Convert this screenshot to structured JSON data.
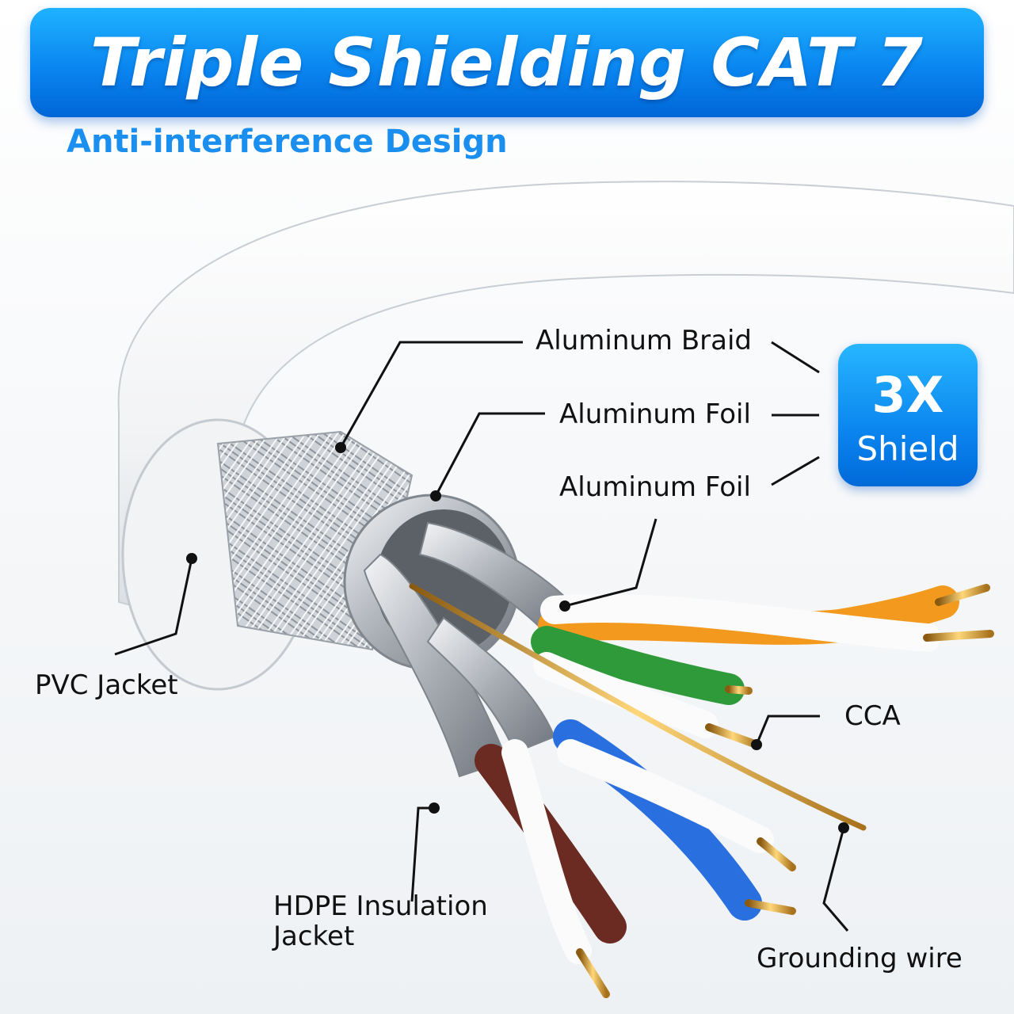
{
  "header": {
    "title": "Triple Shielding CAT 7",
    "subtitle": "Anti-interference Design"
  },
  "badge": {
    "multiplier": "3X",
    "label": "Shield"
  },
  "labels": {
    "aluminum_braid": "Aluminum Braid",
    "aluminum_foil_outer": "Aluminum Foil",
    "aluminum_foil_inner": "Aluminum Foil",
    "pvc_jacket": "PVC Jacket",
    "cca": "CCA",
    "hdpe_line1": "HDPE Insulation",
    "hdpe_line2": "Jacket",
    "grounding_wire": "Grounding wire"
  },
  "colors": {
    "accent": "#0a86f0",
    "pair_orange": "#f39a1e",
    "pair_green": "#2f9a3a",
    "pair_blue": "#2a6fe0",
    "pair_brown": "#6b2a22",
    "conductor": "#d8a23a",
    "jacket": "#ffffff"
  }
}
